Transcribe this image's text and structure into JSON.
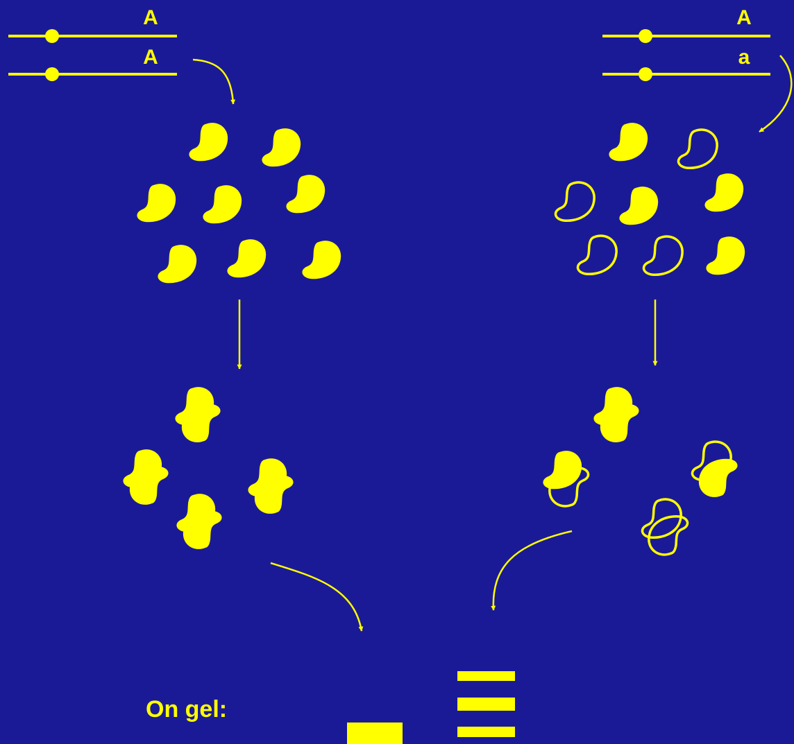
{
  "colors": {
    "background": "#1b1a96",
    "foreground": "#ffff00"
  },
  "genotype_left": {
    "allele_top": "A",
    "allele_bottom": "A"
  },
  "genotype_right": {
    "allele_top": "A",
    "allele_bottom": "a"
  },
  "monomers": {
    "left": [
      "filled",
      "filled",
      "filled",
      "filled",
      "filled",
      "filled",
      "filled",
      "filled"
    ],
    "right": [
      "filled",
      "outline",
      "outline",
      "filled",
      "filled",
      "outline",
      "outline",
      "filled"
    ]
  },
  "dimers": {
    "left": [
      "filled-filled",
      "filled-filled",
      "filled-filled",
      "filled-filled"
    ],
    "right": [
      "filled-filled",
      "filled-outline",
      "outline-filled",
      "outline-outline"
    ]
  },
  "gel": {
    "label": "On gel:",
    "left_lane_bands": 1,
    "right_lane_bands": 3
  }
}
